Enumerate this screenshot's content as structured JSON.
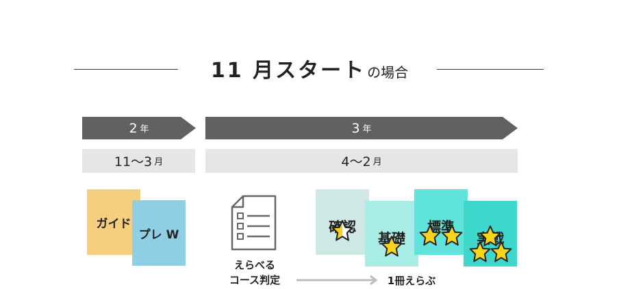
{
  "title": {
    "main": "11 月スタート",
    "suffix": "の場合"
  },
  "timeline": {
    "year2": {
      "num": "2",
      "unit": "年"
    },
    "year3": {
      "num": "3",
      "unit": "年"
    },
    "period1": {
      "range": "11〜3",
      "unit": "月"
    },
    "period2": {
      "range": "4〜2",
      "unit": "月"
    }
  },
  "cards": {
    "guide": "ガイド",
    "pre_w": "プレ W",
    "kakunin": "確認",
    "kiso": "基礎",
    "hyojun": "標準",
    "jissen": "実戦"
  },
  "captions": {
    "course_line1": "えらべる",
    "course_line2": "コース判定",
    "choose_one": "1冊えらぶ"
  },
  "colors": {
    "guide": "#f5cf7e",
    "pre_w": "#8fcfe6",
    "kakunin": "#cfe8e6",
    "kiso": "#a8ece6",
    "hyojun": "#5fe3da",
    "jissen": "#3ed7cb",
    "star": "#f7d417",
    "bar": "#616161",
    "month_bar": "#e6e6e6"
  },
  "icons": [
    "document-checklist-icon",
    "star-icon",
    "arrow-right-icon"
  ]
}
